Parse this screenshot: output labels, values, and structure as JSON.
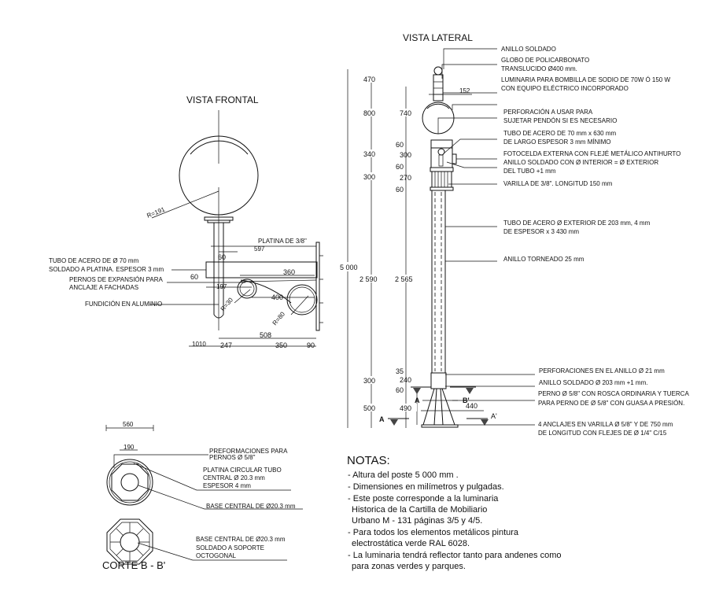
{
  "lateral": {
    "title": "VISTA LATERAL",
    "labels": [
      "ANILLO SOLDADO",
      "GLOBO DE POLICARBONATO",
      "TRANSLUCIDO Ø400 mm.",
      "LUMINARIA PARA BOMBILLA DE SODIO DE 70W Ó 150 W",
      "CON EQUIPO ELÉCTRICO INCORPORADO",
      "PERFORACIÓN A USAR PARA",
      "SUJETAR PENDÓN SI ES NECESARIO",
      "TUBO DE ACERO DE 70 mm x 630 mm",
      "DE LARGO ESPESOR 3 mm MÍNIMO",
      "FOTOCELDA EXTERNA CON FLEJÉ METÁLICO ANTIHURTO",
      "ANILLO SOLDADO CON Ø INTERIOR = Ø EXTERIOR",
      "DEL TUBO +1 mm",
      "VARILLA DE 3/8\". LONGITUD 150 mm",
      "TUBO DE ACERO Ø EXTERIOR DE 203 mm, 4 mm",
      "DE ESPESOR x 3 430 mm",
      "ANILLO TORNEADO 25 mm",
      "PERFORACIONES EN EL ANILLO Ø 21 mm",
      "ANILLO SOLDADO Ø 203 mm +1 mm.",
      "PERNO Ø 5/8\" CON ROSCA ORDINARIA Y TUERCA",
      "PARA PERNO DE Ø 5/8\" CON GUASA A PRESIÓN.",
      "4 ANCLAJES EN VARILLA Ø 5/8\" Y DE 750 mm",
      "DE LONGITUD CON FLEJES  DE Ø 1/4\" C/15"
    ],
    "dims": {
      "total": "5 000",
      "col1": [
        "470",
        "800",
        "340",
        "300",
        "2 590",
        "300",
        "500"
      ],
      "col2": [
        "740",
        "60",
        "300",
        "60",
        "270",
        "60",
        "2 565",
        "35",
        "240",
        "60",
        "490"
      ],
      "d152": "152",
      "d440": "440"
    },
    "section_marks": [
      "A",
      "A'",
      "B'"
    ]
  },
  "front": {
    "title": "VISTA FRONTAL",
    "labels": [
      "TUBO DE ACERO DE Ø 70 mm",
      "SOLDADO A PLATINA. ESPESOR 3 mm",
      "PERNOS DE EXPANSIÓN PARA",
      "ANCLAJE A FACHADAS",
      "FUNDICIÓN EN ALUMINIO",
      "PLATINA DE 3/8\""
    ],
    "dims": {
      "r191": "R=191",
      "d597": "597",
      "d60a": "60",
      "d60b": "60",
      "d360": "360",
      "d197": "197",
      "d400": "400",
      "r30": "R=30",
      "r80": "R=80",
      "d508": "508",
      "d1010": "1010",
      "d247": "247",
      "d350": "350",
      "d90": "90"
    }
  },
  "corte": {
    "title": "CORTE B - B'",
    "d560": "560",
    "d190": "190",
    "labels": [
      "PREFORMACIONES PARA",
      "PERNOS Ø 5/8\"",
      "PLATINA CIRCULAR TUBO",
      "CENTRAL Ø 20.3 mm",
      "ESPESOR 4 mm",
      "BASE CENTRAL DE Ø20.3 mm",
      "BASE CENTRAL DE Ø20.3 mm",
      "SOLDADO A SOPORTE",
      "OCTOGONAL"
    ]
  },
  "notes": {
    "title": "NOTAS:",
    "lines": [
      "- Altura del poste 5 000 mm .",
      "- Dimensiones en milímetros y pulgadas.",
      "- Este poste corresponde a la luminaria",
      "  Historica de la Cartilla de Mobiliario",
      "  Urbano M - 131 páginas 3/5 y 4/5.",
      "- Para todos los elementos metálicos pintura",
      "  electrostática verde RAL 6028.",
      "- La luminaria tendrá reflector tanto para andenes como",
      "  para zonas verdes y parques."
    ]
  }
}
